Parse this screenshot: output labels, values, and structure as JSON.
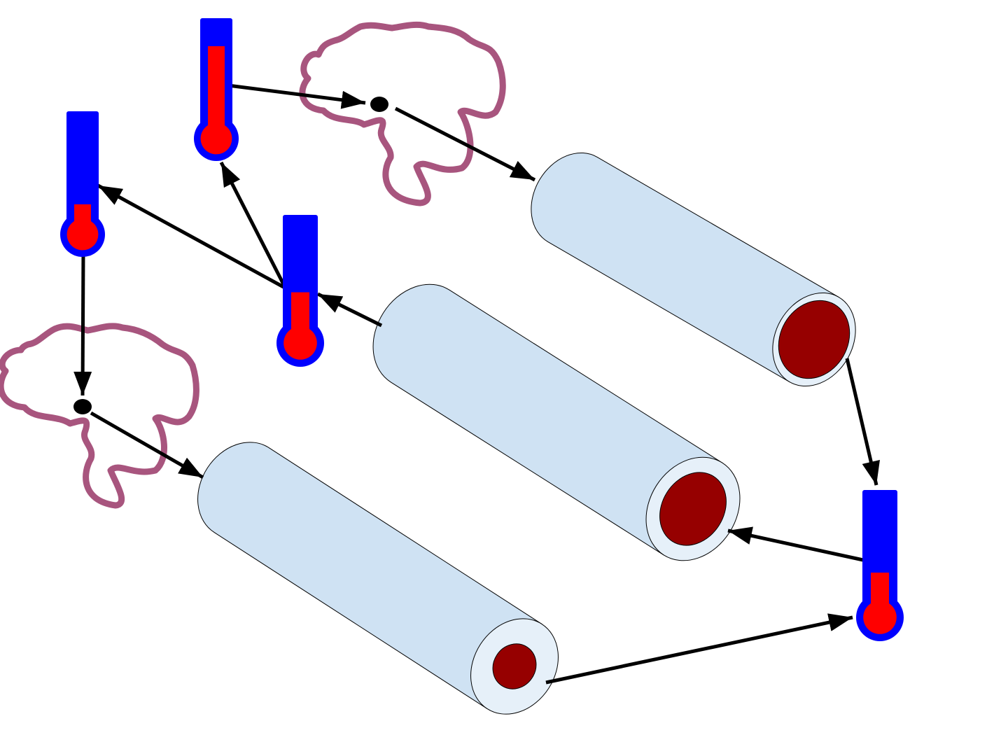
{
  "diagram": {
    "colors": {
      "background": "#ffffff",
      "tube_body": "#cfe2f3",
      "tube_wall": "#e6f0f9",
      "tube_lumen": "#960000",
      "thermometer_outer": "#0000ff",
      "thermometer_fill": "#ff0000",
      "outline": "#000000",
      "arrow": "#000000",
      "blob": "#a8557e",
      "node": "#000000"
    },
    "tubes": [
      {
        "id": "pipe-top",
        "lumen_size": "large"
      },
      {
        "id": "pipe-middle",
        "lumen_size": "large"
      },
      {
        "id": "pipe-bottom",
        "lumen_size": "small"
      }
    ],
    "thermometers": [
      {
        "id": "thermometer-top",
        "reading": 0.88
      },
      {
        "id": "thermometer-left",
        "reading": 0.28
      },
      {
        "id": "thermometer-center",
        "reading": 0.45
      },
      {
        "id": "thermometer-right",
        "reading": 0.4
      }
    ],
    "blobs": [
      {
        "id": "blob-top"
      },
      {
        "id": "blob-left"
      }
    ],
    "nodes": [
      {
        "id": "junction-top"
      },
      {
        "id": "junction-left"
      }
    ],
    "arrows": [
      {
        "from": "thermometer-top",
        "to": "junction-top"
      },
      {
        "from": "junction-top",
        "to": "pipe-top"
      },
      {
        "from": "pipe-top",
        "to": "thermometer-right"
      },
      {
        "from": "thermometer-right",
        "to": "pipe-middle"
      },
      {
        "from": "pipe-middle",
        "to": "thermometer-center"
      },
      {
        "from": "thermometer-center",
        "to": "thermometer-top"
      },
      {
        "from": "thermometer-center",
        "to": "thermometer-left"
      },
      {
        "from": "thermometer-left",
        "to": "junction-left"
      },
      {
        "from": "junction-left",
        "to": "pipe-bottom"
      },
      {
        "from": "pipe-bottom",
        "to": "thermometer-right"
      }
    ]
  }
}
